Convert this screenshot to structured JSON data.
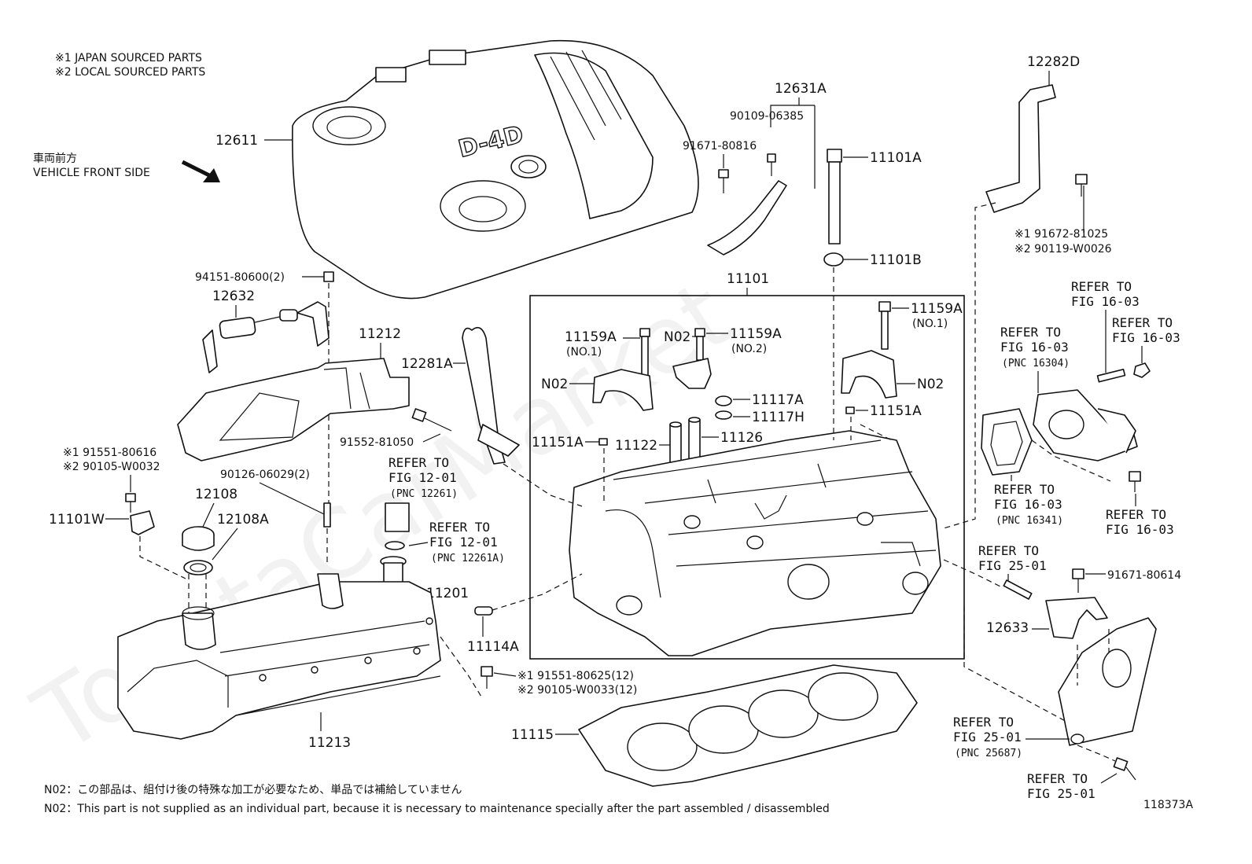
{
  "notes": {
    "japan": "※1 JAPAN SOURCED PARTS",
    "local": "※2 LOCAL SOURCED PARTS"
  },
  "front_side": {
    "jp": "車両前方",
    "en": "VEHICLE FRONT SIDE"
  },
  "cover_badge": "D-4D",
  "labels": {
    "p12611": "12611",
    "p12631A": "12631A",
    "p90109": "90109-06385",
    "p91671_80816": "91671-80816",
    "p11101A": "11101A",
    "p11101B": "11101B",
    "p12282D": "12282D",
    "p91672": "※1 91672-81025",
    "p90119": "※2 90119-W0026",
    "p94151": "94151-80600(2)",
    "p12632": "12632",
    "p11212": "11212",
    "p11101": "11101",
    "p12281A": "12281A",
    "p11159A_a": "11159A",
    "p11159A_a_sub": "(NO.1)",
    "pN02_a": "N02",
    "p11159A_b": "11159A",
    "p11159A_b_sub": "(NO.2)",
    "p11159A_c": "11159A",
    "p11159A_c_sub": "(NO.1)",
    "pN02_left": "N02",
    "pN02_right": "N02",
    "p11117A": "11117A",
    "p11117H": "11117H",
    "p11151A_r": "11151A",
    "p11151A_l": "11151A",
    "p11122": "11122",
    "p11126": "11126",
    "p91552": "91552-81050",
    "p91551_80616": "※1 91551-80616",
    "p90105_W0032": "※2 90105-W0032",
    "p11101W": "11101W",
    "p90126": "90126-06029(2)",
    "p12108": "12108",
    "p12108A": "12108A",
    "p11201": "11201",
    "p11114A": "11114A",
    "p91551_80625": "※1 91551-80625(12)",
    "p90105_W0033": "※2 90105-W0033(12)",
    "p11213": "11213",
    "p11115": "11115",
    "p12633": "12633",
    "p91671_80614": "91671-80614",
    "drawing_no": "118373A"
  },
  "refers": {
    "r1": [
      "REFER TO",
      "FIG 12-01",
      "(PNC 12261)"
    ],
    "r2": [
      "REFER TO",
      "FIG 12-01",
      "(PNC 12261A)"
    ],
    "r3": [
      "REFER TO",
      "FIG 16-03"
    ],
    "r4": [
      "REFER TO",
      "FIG 16-03",
      "(PNC 16304)"
    ],
    "r5": [
      "REFER TO",
      "FIG 16-03"
    ],
    "r6": [
      "REFER TO",
      "FIG 16-03",
      "(PNC 16341)"
    ],
    "r7": [
      "REFER TO",
      "FIG 16-03"
    ],
    "r8": [
      "REFER TO",
      "FIG 25-01"
    ],
    "r9": [
      "REFER TO",
      "FIG 25-01",
      "(PNC 25687)"
    ],
    "r10": [
      "REFER TO",
      "FIG 25-01"
    ]
  },
  "footnotes": {
    "jp": "N02：この部品は、組付け後の特殊な加工が必要なため、単品では補給していません",
    "en": "N02：This part is not supplied as an individual part, because it is necessary to maintenance specially after the part assembled / disassembled"
  }
}
